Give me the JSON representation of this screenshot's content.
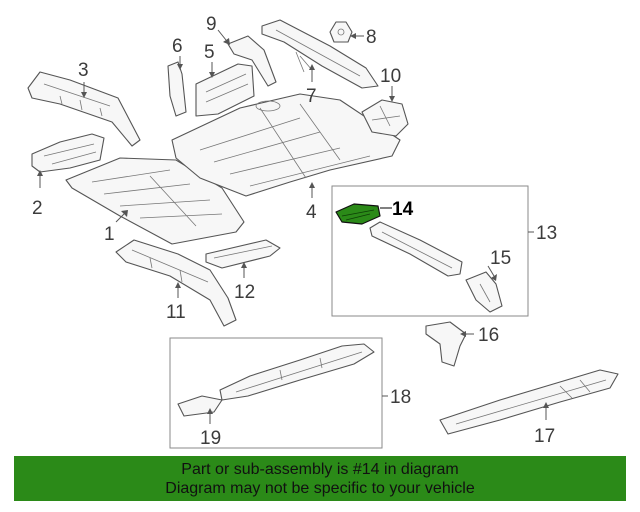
{
  "diagram": {
    "callouts": [
      "1",
      "2",
      "3",
      "4",
      "5",
      "6",
      "7",
      "8",
      "9",
      "10",
      "11",
      "12",
      "13",
      "14",
      "15",
      "16",
      "17",
      "18",
      "19"
    ],
    "highlighted_part": "14",
    "colors": {
      "highlight": "#2b8a18",
      "banner": "#2b8a18",
      "outline": "#555555"
    }
  },
  "banner": {
    "line1": "Part or sub-assembly is #14 in diagram",
    "line2": "Diagram may not be specific to your vehicle"
  }
}
